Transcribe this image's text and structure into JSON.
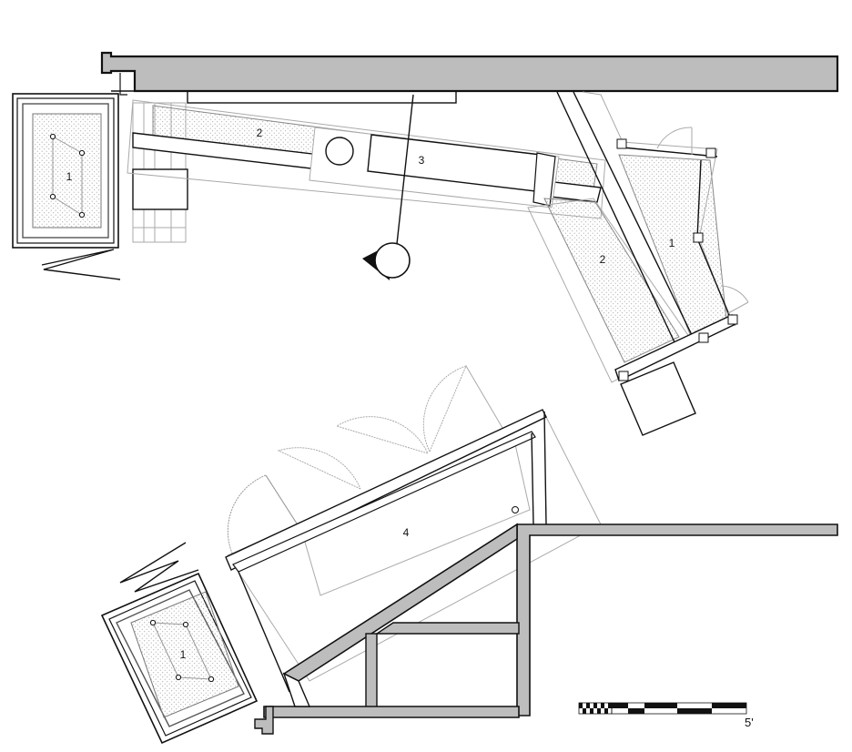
{
  "labels": {
    "cooler_top_left": "1",
    "counter_top": "2",
    "sink": "3",
    "cooler_right": "1",
    "counter_right": "2",
    "unit_bottom": "4",
    "cooler_bottom_left": "1"
  },
  "scale_bar": {
    "label": "5'"
  },
  "colors": {
    "wall_fill": "#bdbdbd",
    "line": "#111111",
    "light_line": "#9a9a9a",
    "hatch": "#9a9a9a"
  }
}
